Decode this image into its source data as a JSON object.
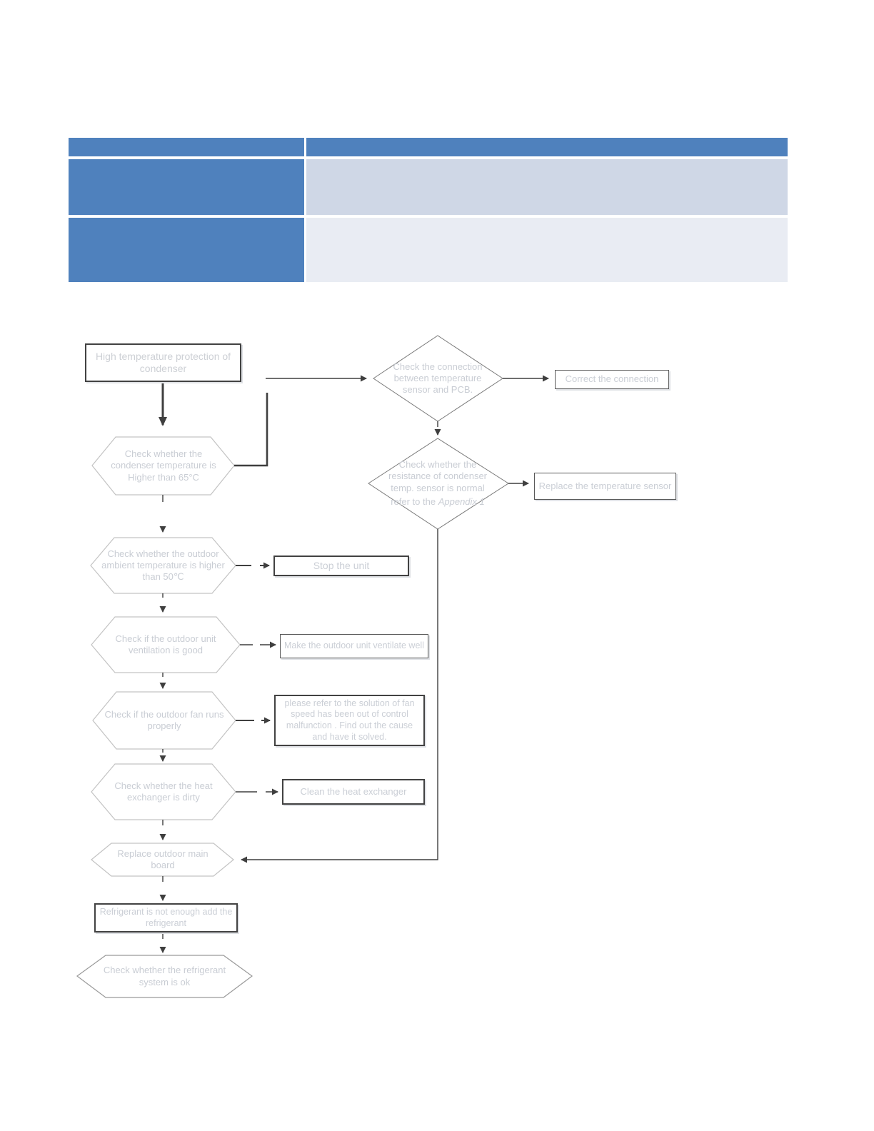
{
  "page": {
    "kind": "service-manual troubleshooting page",
    "background_color": "#ffffff"
  },
  "colors": {
    "table_header_blue": "#4f81bd",
    "table_left_column_blue": "#4f81bd",
    "table_row1_right_fill": "#cfd7e6",
    "table_row2_right_fill": "#e9ecf3",
    "connector_dark": "#3f3f3f",
    "shape_border_dark": "#424242",
    "hexagon_border_light": "#c3c3c3",
    "diamond_border_gray": "#7a7a7a",
    "ghost_text_gray": "#c9cdd4"
  },
  "table": {
    "header": {
      "col1": "",
      "col2": ""
    },
    "rows": [
      {
        "left": "",
        "right": ""
      },
      {
        "left": "",
        "right": ""
      }
    ]
  },
  "flowchart": {
    "start_label": "High temperature protection of condenser",
    "hex_condenser_temp": "Check whether the condenser temperature is Higher than 65°C",
    "diamond_connection": "Check the connection between temperature sensor and PCB.",
    "box_correct_connection": "Correct the connection",
    "diamond_resistance_main": "Check whether the resistance of condenser temp. sensor is normal",
    "diamond_resistance_note_prefix": "refer to the ",
    "diamond_resistance_note_italic": "Appendix 1",
    "box_replace_sensor": "Replace the temperature sensor",
    "hex_ambient_temp": "Check whether the outdoor ambient temperature is higher than 50℃",
    "box_stop_unit": "Stop the unit",
    "hex_ventilation": "Check if the outdoor unit ventilation is good",
    "box_ventilate_well": "Make the outdoor unit ventilate well",
    "hex_fan_runs": "Check if the outdoor fan runs properly",
    "box_fan_solution": "please refer to the solution of fan speed has been out of control malfunction . Find out the cause and have it solved.",
    "hex_heat_exchanger": "Check whether the heat exchanger is dirty",
    "box_clean_exchanger": "Clean the heat exchanger",
    "hex_replace_board": "Replace outdoor main board",
    "box_add_refrigerant": "Refrigerant is not enough add the refrigerant",
    "hex_refrigerant_system": "Check whether the refrigerant system is ok"
  }
}
